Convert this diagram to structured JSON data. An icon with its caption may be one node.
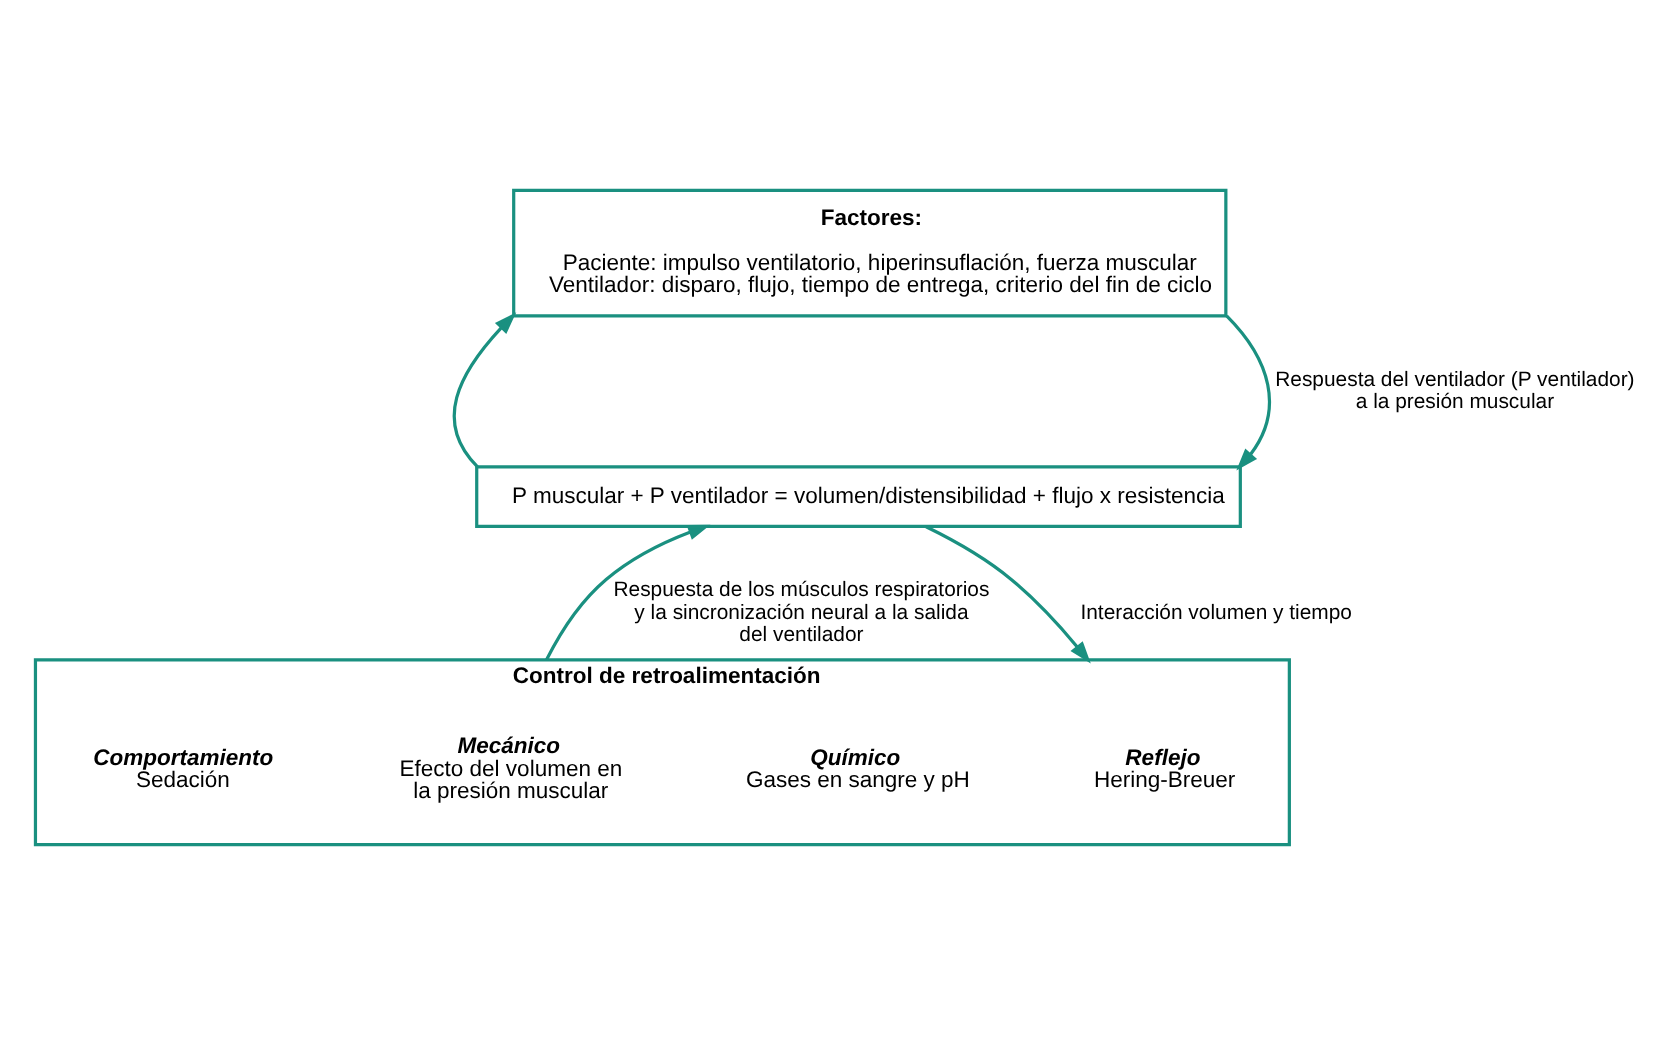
{
  "diagram": {
    "nodes": [
      {
        "text": [
          "Factores:",
          "Paciente: impulso ventilatorio, hiperinsuflación, fuerza muscular",
          "Ventilador: disparo, flujo, tiempo de entrega, criterio del fin de ciclo"
        ]
      },
      {
        "text": [
          "P muscular + P ventilador = volumen/distensibilidad + flujo x resistencia"
        ]
      },
      {
        "text": [
          "Control de retroalimentación"
        ]
      },
      {
        "text": [
          "Mecánico",
          "Efecto del volumen en la presión muscular"
        ],
        "in": 2
      },
      {
        "text": [
          "Químico",
          "Gases en sangre y pH"
        ],
        "in": 2
      },
      {
        "text": [
          "Reflejo",
          "Hering-Breuer"
        ],
        "in": 2
      },
      {
        "text": [
          "Comportamiento",
          "Sedación"
        ],
        "in": 2
      }
    ],
    "edges": [
      {
        "from": 1,
        "to": 0,
        "arrow": "to"
      },
      {
        "from": 0,
        "to": 1,
        "arrow": "to",
        "label": "Respuesta del ventilador (P ventilador) a la presión muscular"
      },
      {
        "from": 2,
        "to": 1,
        "arrow": "to",
        "label": "Respuesta de los músculos respiratorios y la sincronización neural a la salida del ventilador"
      },
      {
        "from": 1,
        "to": 2,
        "arrow": "to",
        "label": "Interacción volumen y tiempo"
      }
    ]
  }
}
